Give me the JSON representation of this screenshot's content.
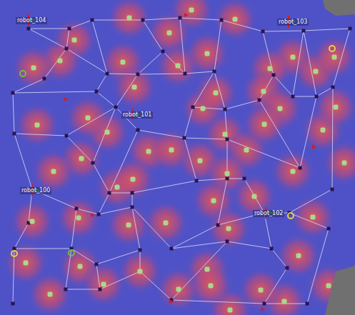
{
  "diagram": {
    "labels": [
      "robot_104",
      "robot_103",
      "robot_101",
      "robot_100",
      "robot_102"
    ]
  }
}
